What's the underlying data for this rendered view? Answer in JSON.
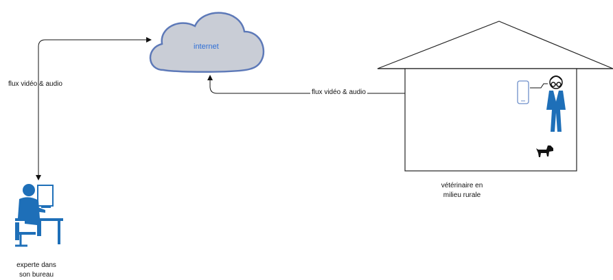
{
  "cloud": {
    "label": "internet"
  },
  "left_link": {
    "label": "flux vidéo & audio"
  },
  "right_link": {
    "label": "flux vidéo & audio"
  },
  "expert": {
    "caption_line1": "experte dans",
    "caption_line2": "son bureau"
  },
  "vet": {
    "caption_line1": "vétérinaire en",
    "caption_line2": "milieu rurale"
  },
  "colors": {
    "cloud_fill": "#c9cdd6",
    "cloud_stroke": "#5d79b8",
    "accent_blue": "#1e6fb8",
    "line": "#111111"
  }
}
